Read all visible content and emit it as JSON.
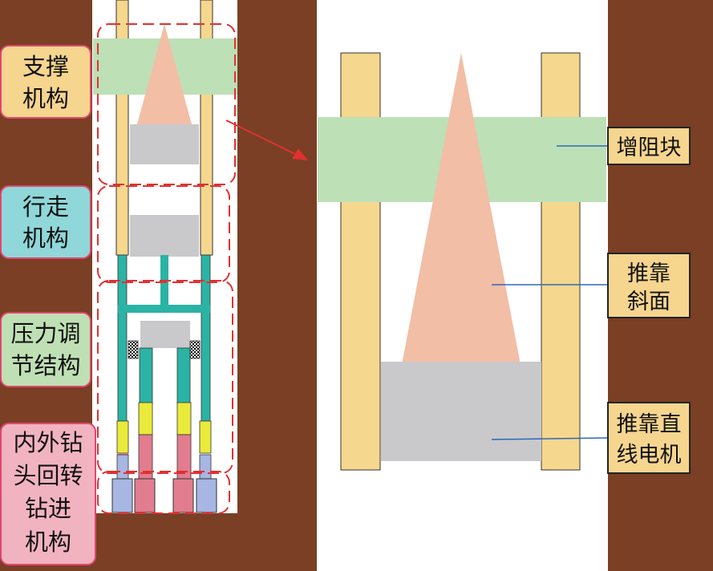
{
  "left_labels": {
    "support": {
      "line1": "支撑",
      "line2": "机构",
      "fill": "#f6d58f",
      "stroke": "#e0476f"
    },
    "walking": {
      "line1": "行走",
      "line2": "机构",
      "fill": "#8fd7d9",
      "stroke": "#e0476f"
    },
    "pressure": {
      "line1": "压力调",
      "line2": "节结构",
      "fill": "#bfe0b4",
      "stroke": "#e0476f"
    },
    "drilling": {
      "line1": "内外钻",
      "line2": "头回转",
      "line3": "钻进",
      "line4": "机构",
      "fill": "#f2b3c0",
      "stroke": "#e0476f"
    }
  },
  "right_labels": {
    "resistance": {
      "line1": "增阻块"
    },
    "slope": {
      "line1": "推靠",
      "line2": "斜面"
    },
    "motor": {
      "line1": "推靠直",
      "line2": "线电机"
    }
  },
  "colors": {
    "wall": "#7a3f24",
    "rail": "#f5d78e",
    "block": "#bde0b6",
    "cone": "#f2bea6",
    "motor": "#c9c9cb",
    "teal": "#2bb3a5",
    "yellow": "#eaea3a",
    "pink": "#e27c8f",
    "blue": "#a7b6e2",
    "dash": "#e03131",
    "leader": "#2e68b8",
    "label_box": "#f6d58f"
  }
}
